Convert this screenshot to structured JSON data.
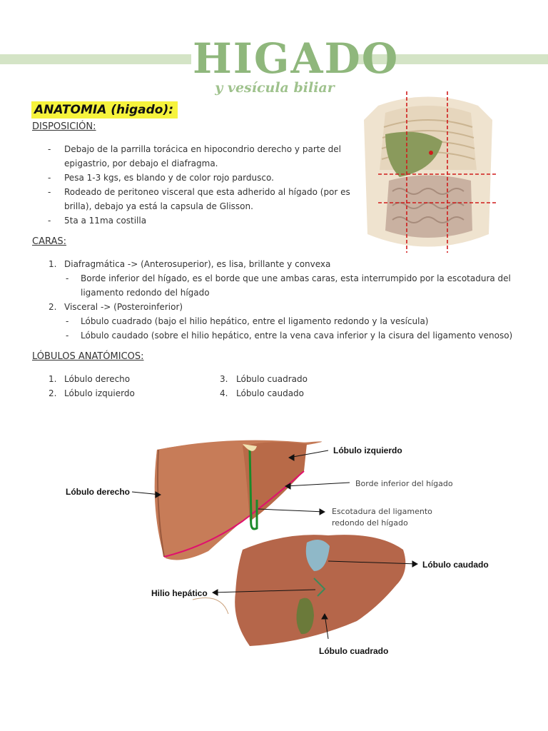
{
  "header": {
    "title": "HIGADO",
    "subtitle": "y vesícula biliar"
  },
  "section_anatomia": {
    "heading": "ANATOMIA (higado):"
  },
  "disposicion": {
    "heading": "DISPOSICIÓN:",
    "items": [
      "Debajo de la parrilla torácica en hipocondrio derecho y parte del",
      "epigastrio, por debajo el diafragma.",
      "Pesa 1-3 kgs, es blando y de color rojo pardusco.",
      "Rodeado de peritoneo visceral que esta adherido al hígado (por es",
      "brilla), debajo ya está la capsula de Glisson.",
      "5ta a 11ma costilla"
    ]
  },
  "caras": {
    "heading": "CARAS:",
    "n1": "1.",
    "c1": "Diafragmática -> (Anterosuperior), es lisa, brillante y convexa",
    "c1a": "Borde inferior del hígado, es el borde que une ambas caras, esta interrumpido por la escotadura del",
    "c1b": "ligamento redondo del hígado",
    "n2": "2.",
    "c2": "Visceral -> (Posteroinferior)",
    "c2a": "Lóbulo cuadrado (bajo el hilio hepático, entre el ligamento redondo y la vesícula)",
    "c2b": "Lóbulo caudado (sobre el hilio hepático, entre la vena cava inferior y la cisura del ligamento venoso)"
  },
  "lobulos": {
    "heading": "LÓBULOS ANATÓMICOS:",
    "items": [
      {
        "n": "1.",
        "t": "Lóbulo derecho"
      },
      {
        "n": "2.",
        "t": "Lóbulo izquierdo"
      },
      {
        "n": "3.",
        "t": "Lóbulo cuadrado"
      },
      {
        "n": "4.",
        "t": "Lóbulo caudado"
      }
    ]
  },
  "figure_labels": {
    "izq": "Lóbulo izquierdo",
    "der": "Lóbulo derecho",
    "borde": "Borde inferior del hígado",
    "esc1": "Escotadura del ligamento",
    "esc2": "redondo del hígado",
    "caudado": "Lóbulo caudado",
    "hilio": "Hilio hepático",
    "cuadrado": "Lóbulo cuadrado"
  },
  "colors": {
    "band": "#d4e4c6",
    "title": "#8fb77c",
    "highlight": "#f6f33c"
  }
}
